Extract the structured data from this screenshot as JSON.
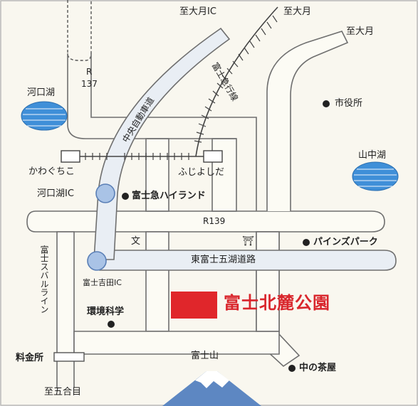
{
  "colors": {
    "background": "#f9f7ef",
    "road_fill": "#fcfbf4",
    "road_edge": "#6f6f6f",
    "expressway_fill": "#e9eef4",
    "lake_blue": "#3f8fd8",
    "interchange_blue": "#a9c3e6",
    "park_red": "#e0262b",
    "rail": "#444444"
  },
  "labels": {
    "to_ohtsuki_ic": "至大月IC",
    "to_ohtsuki_top": "至大月",
    "to_ohtsuki_right": "至大月",
    "route137_r": "R",
    "route137_num": "137",
    "kawaguchiko_lake": "河口湖",
    "city_hall": "市役所",
    "fujikyu_line": "富士急行線",
    "chuo_expressway": "中央自動車道",
    "kawaguchiko_station": "かわぐちこ",
    "fujiyoshida_station": "ふじよしだ",
    "yamanakako_lake": "山中湖",
    "kawaguchiko_ic": "河口湖IC",
    "fujikyu_highland": "富士急ハイランド",
    "route139": "R139",
    "school_symbol": "文",
    "shrine_symbol": "⛩",
    "pines_park": "パインズパーク",
    "higashi_fuji_road": "東富士五湖道路",
    "fuji_subaru_line": "富士スバルライン",
    "fujiyoshida_ic": "富士吉田IC",
    "park_name": "富士北麓公園",
    "env_science": "環境科学",
    "mt_fuji": "富士山",
    "toll_gate": "料金所",
    "naka_chaya": "中の茶屋",
    "to_gogome": "至五合目"
  }
}
